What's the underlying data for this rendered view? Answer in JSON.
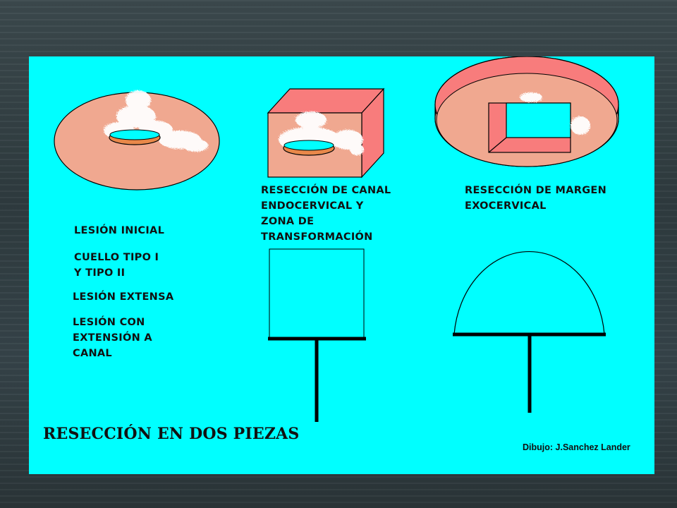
{
  "labels": {
    "canal": "RESECCIÓN DE CANAL\nENDOCERVICAL Y\nZONA DE\nTRANSFORMACIÓN",
    "margen": "RESECCIÓN DE MARGEN\nEXOCERVICAL",
    "lesion_inicial": "LESIÓN INICIAL",
    "cuello_tipo": "CUELLO TIPO I\nY TIPO II",
    "lesion_extensa": "LESIÓN EXTENSA",
    "lesion_canal": "LESIÓN CON\nEXTENSIÓN A\nCANAL"
  },
  "title": "RESECCIÓN EN DOS PIEZAS",
  "credit": "Dibujo: J.Sanchez Lander",
  "colors": {
    "panel": "#00ffff",
    "tissue": "#f0a890",
    "block": "#f87c7c",
    "ring": "#e8884a",
    "outline": "#000000",
    "lesion": "#ffffff"
  }
}
